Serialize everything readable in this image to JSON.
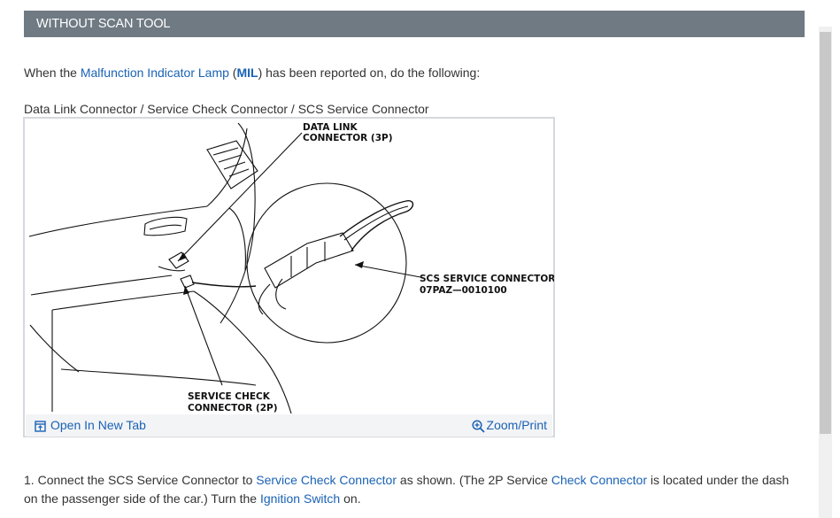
{
  "section": {
    "title": "WITHOUT SCAN TOOL"
  },
  "intro": {
    "before": "When the ",
    "link": "Malfunction Indicator Lamp",
    "paren_open": " (",
    "abbr": "MIL",
    "after": ") has been reported on, do the following:"
  },
  "figure": {
    "caption": "Data Link Connector / Service Check Connector / SCS Service Connector",
    "labels": {
      "dlc_line1": "DATA LINK",
      "dlc_line2": "CONNECTOR (3P)",
      "scs_line1": "SCS SERVICE CONNECTOR",
      "scs_line2": "07PAZ—0010100",
      "svc_line1": "SERVICE CHECK",
      "svc_line2": "CONNECTOR (2P)"
    },
    "open_tab_label": "Open In New Tab",
    "zoom_label": "Zoom/Print",
    "icons": {
      "open_tab": "open-in-new-tab-icon",
      "zoom": "zoom-in-icon"
    }
  },
  "step1": {
    "num": " 1. ",
    "t1": "Connect the SCS Service Connector to ",
    "l1": "Service Check Connector",
    "t2": " as shown. (The 2P Service ",
    "l2": "Check Connector",
    "t3": " is located under the dash on the passenger side of the car.) Turn the ",
    "l3": "Ignition Switch",
    "t4": " on."
  },
  "colors": {
    "header_bg": "#6f7a83",
    "link": "#1a62b4",
    "figure_border": "#d5d9dd",
    "footer_bg": "#f3f4f6"
  }
}
